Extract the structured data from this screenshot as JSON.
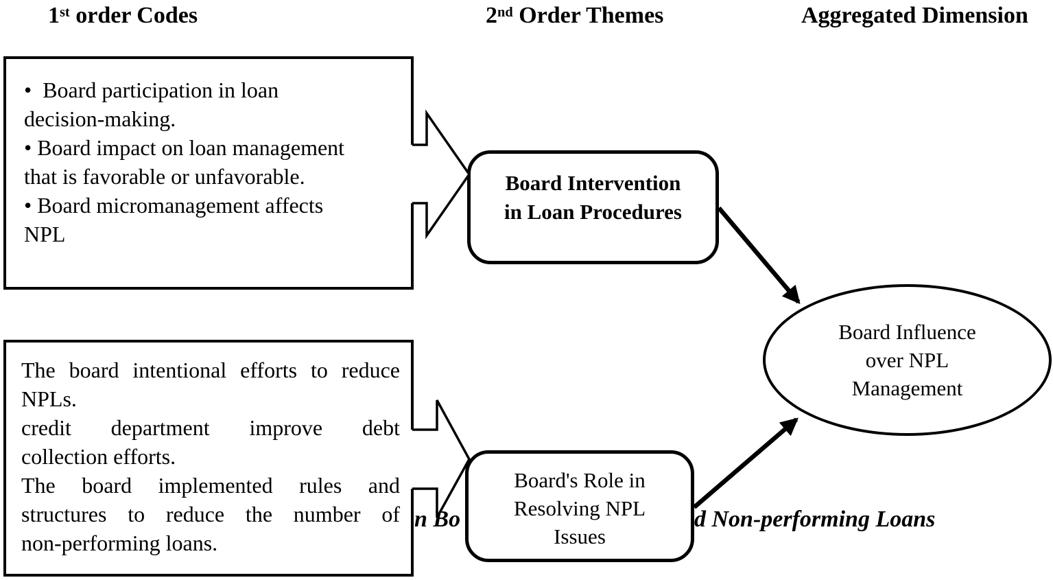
{
  "colors": {
    "ink": "#000000",
    "background": "#ffffff"
  },
  "headers": {
    "first_order": {
      "num": "1",
      "sup": "st",
      "rest": " order Codes"
    },
    "second_order": {
      "num": "2",
      "sup": "nd",
      "rest": " Order Themes"
    },
    "aggregated": "Aggregated Dimension"
  },
  "first_order_boxes": {
    "box1": {
      "lines": [
        "•  Board participation in loan",
        "decision-making.",
        "• Board impact on loan management",
        "that is favorable or unfavorable.",
        "• Board micromanagement affects",
        "NPL"
      ]
    },
    "box2": {
      "lines": [
        {
          "text": "The board intentional efforts to reduce",
          "justify": true
        },
        {
          "text": "NPLs.",
          "justify": false
        },
        {
          "text": "credit department improve debt",
          "justify": true
        },
        {
          "text": "collection efforts.",
          "justify": false
        },
        {
          "text": "The board implemented rules and",
          "justify": true
        },
        {
          "text": "structures to reduce the number of",
          "justify": true
        },
        {
          "text": "non-performing loans.",
          "justify": false
        }
      ]
    }
  },
  "themes": {
    "theme1": {
      "lines": [
        "Board Intervention",
        "in Loan Procedures"
      ]
    },
    "theme2": {
      "lines": [
        "Board's Role in",
        "Resolving NPL",
        "Issues"
      ]
    }
  },
  "aggregated_dimension": {
    "lines": [
      "Board Influence",
      "over NPL",
      "Management"
    ]
  },
  "caption_fragments": {
    "left": "n Bo",
    "right": "d Non-performing Loans"
  }
}
